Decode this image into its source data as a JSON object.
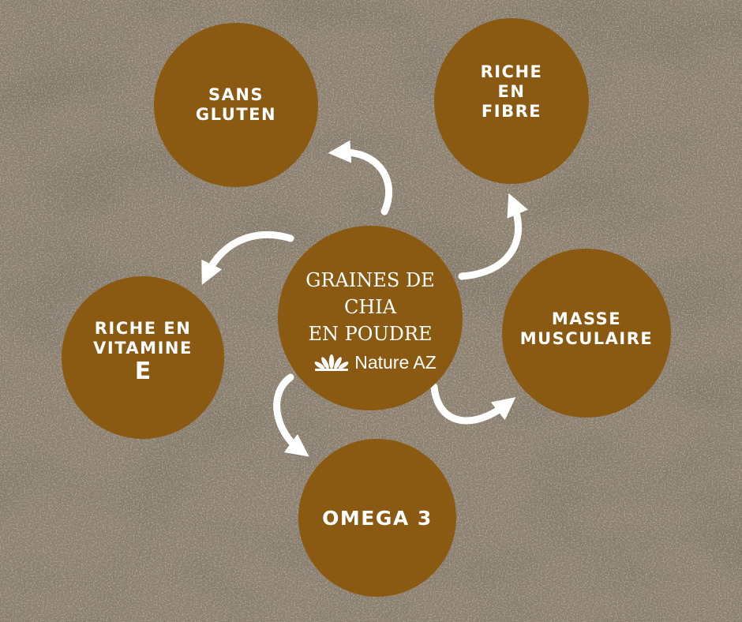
{
  "center": {
    "lines": [
      "GRAINES DE",
      "CHIA",
      "EN POUDRE"
    ],
    "brand": "Nature AZ",
    "brand_icon": "lotus-icon"
  },
  "benefits": {
    "gluten": {
      "lines": [
        "SANS",
        "GLUTEN"
      ]
    },
    "fibre": {
      "lines": [
        "RICHE",
        "EN",
        "FIBRE"
      ]
    },
    "masse": {
      "lines": [
        "MASSE",
        "MUSCULAIRE"
      ]
    },
    "omega": {
      "lines": [
        "OMEGA 3"
      ]
    },
    "vitamine": {
      "lines": [
        "RICHE EN",
        "VITAMINE",
        "E"
      ]
    }
  },
  "colors": {
    "bubble": "#8b5a12",
    "text": "#ffffff",
    "arrow": "#ffffff",
    "background": "#8a7c6a"
  }
}
